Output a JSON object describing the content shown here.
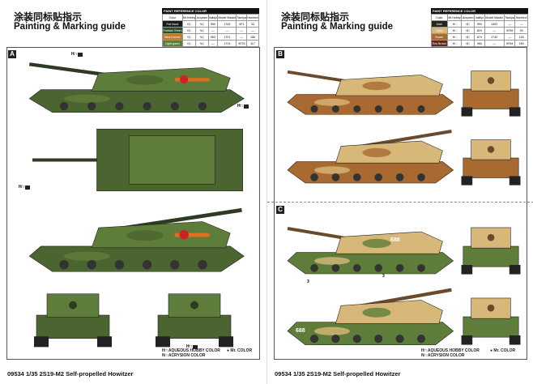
{
  "pages": [
    {
      "title_zh": "涂装同标贴指示",
      "title_en": "Painting & Marking guide",
      "table": {
        "caption": "PAINT REFERENCE COLOR",
        "headers": [
          "Color",
          "Mr.Hobby",
          "Acrysion",
          "Vallejo",
          "Model Master",
          "Tamiya",
          "Humbrol"
        ],
        "rows": [
          {
            "color": "#1a1a1a",
            "name": "Flat black",
            "h": "H□",
            "n": "N□",
            "vallejo": "950",
            "mm": "1749",
            "tamiya": "XF1",
            "humbrol": "33"
          },
          {
            "color": "#2e4d2a",
            "name": "Russian Green",
            "h": "H□",
            "n": "N□",
            "vallejo": "—",
            "mm": "—",
            "tamiya": "—",
            "humbrol": "—"
          },
          {
            "color": "#c07a2a",
            "name": "Wood brown",
            "h": "H□",
            "n": "N□",
            "vallejo": "963",
            "mm": "1701",
            "tamiya": "—",
            "humbrol": "186"
          },
          {
            "color": "#5f7d3a",
            "name": "Light green",
            "h": "H□",
            "n": "N□",
            "vallejo": "—",
            "mm": "1713",
            "tamiya": "XF23",
            "humbrol": "117"
          }
        ]
      },
      "panels": [
        "A"
      ],
      "legend": {
        "hobby": "H□ AQUEOUS HOBBY COLOR",
        "acrysion": "N□ ACRYSION COLOR",
        "mr": "● Mr. COLOR"
      },
      "footer": "09534 1/35 2S19-M2 Self-propelled Howitzer"
    },
    {
      "title_zh": "涂装同标贴指示",
      "title_en": "Painting & Marking guide",
      "table": {
        "caption": "PAINT REFERENCE COLOR",
        "headers": [
          "Color",
          "Mr.Hobby",
          "Acrysion",
          "Vallejo",
          "Model Master",
          "Tamiya",
          "Humbrol"
        ],
        "rows": [
          {
            "color": "#2a241c",
            "name": "Dark",
            "h": "H□",
            "n": "N□",
            "vallejo": "994",
            "mm": "1402",
            "tamiya": "—",
            "humbrol": "—"
          },
          {
            "color": "#d8b878",
            "name": "Sand",
            "h": "H□",
            "n": "N□",
            "vallejo": "824",
            "mm": "—",
            "tamiya": "XF59",
            "humbrol": "93"
          },
          {
            "color": "#a86a30",
            "name": "Brown",
            "h": "H□",
            "n": "N□",
            "vallejo": "874",
            "mm": "1742",
            "tamiya": "—",
            "humbrol": "118"
          },
          {
            "color": "#5a2a1a",
            "name": "Red Brown",
            "h": "H□",
            "n": "N□",
            "vallejo": "984",
            "mm": "—",
            "tamiya": "XF64",
            "humbrol": "160"
          }
        ]
      },
      "panels": [
        "B",
        "C"
      ],
      "hull_numbers": [
        "688",
        "688"
      ],
      "callout_numbers": [
        "3",
        "3"
      ],
      "legend": {
        "hobby": "H□ AQUEOUS HOBBY COLOR",
        "acrysion": "N□ ACRYSION COLOR",
        "mr": "● Mr. COLOR"
      },
      "footer": "09534 1/35 2S19-M2 Self-propelled Howitzer"
    }
  ],
  "schemes": {
    "A": [
      "#5f7d3a",
      "#4a6530",
      "#2e3a22"
    ],
    "B": [
      "#d8b878",
      "#a86a30",
      "#6a4a2a"
    ],
    "C": [
      "#d8b878",
      "#5f7d3a",
      "#6a4a2a"
    ]
  }
}
